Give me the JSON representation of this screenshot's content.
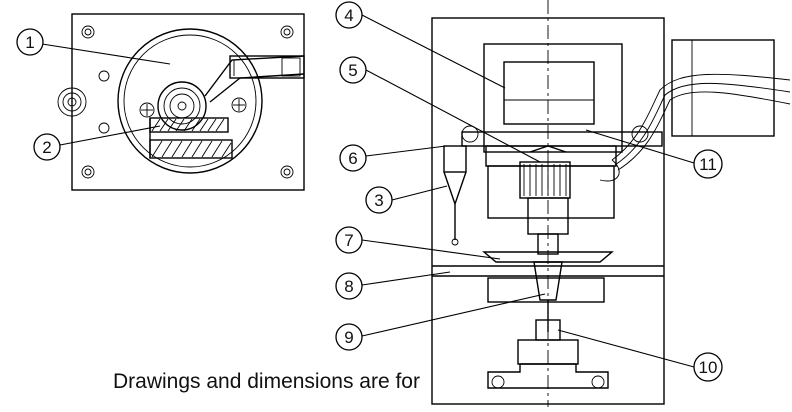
{
  "colors": {
    "line": "#000000",
    "background": "#ffffff",
    "callout_fill": "#ffffff"
  },
  "callouts": [
    {
      "id": "1",
      "label": "1"
    },
    {
      "id": "2",
      "label": "2"
    },
    {
      "id": "3",
      "label": "3"
    },
    {
      "id": "4",
      "label": "4"
    },
    {
      "id": "5",
      "label": "5"
    },
    {
      "id": "6",
      "label": "6"
    },
    {
      "id": "7",
      "label": "7"
    },
    {
      "id": "8",
      "label": "8"
    },
    {
      "id": "9",
      "label": "9"
    },
    {
      "id": "10",
      "label": "10"
    },
    {
      "id": "11",
      "label": "11"
    }
  ],
  "note": "Drawings and dimensions are for"
}
